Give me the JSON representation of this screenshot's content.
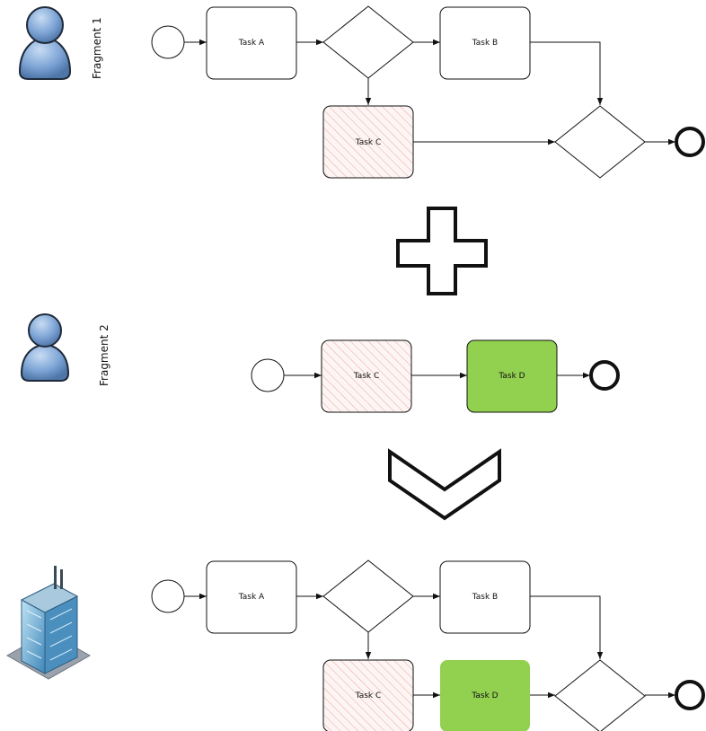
{
  "fragment1": {
    "label": "Fragment 1",
    "icon": "user-icon",
    "tasks": {
      "a": "Task A",
      "b": "Task B",
      "c": "Task C"
    }
  },
  "fragment2": {
    "label": "Fragment 2",
    "icon": "user-icon",
    "tasks": {
      "c": "Task C",
      "d": "Task D"
    }
  },
  "merged": {
    "icon": "office-building-icon",
    "tasks": {
      "a": "Task A",
      "b": "Task B",
      "c": "Task C",
      "d": "Task D"
    }
  },
  "operators": {
    "combine": "plus-icon",
    "result": "chevron-down-icon"
  },
  "colors": {
    "task_fill": "#ffffff",
    "task_d_fill": "#92d050",
    "hatch": "#e8a7a0",
    "hatch_bg": "#fdf5f4",
    "stroke": "#111111",
    "user_icon": "#7ea5d6"
  }
}
